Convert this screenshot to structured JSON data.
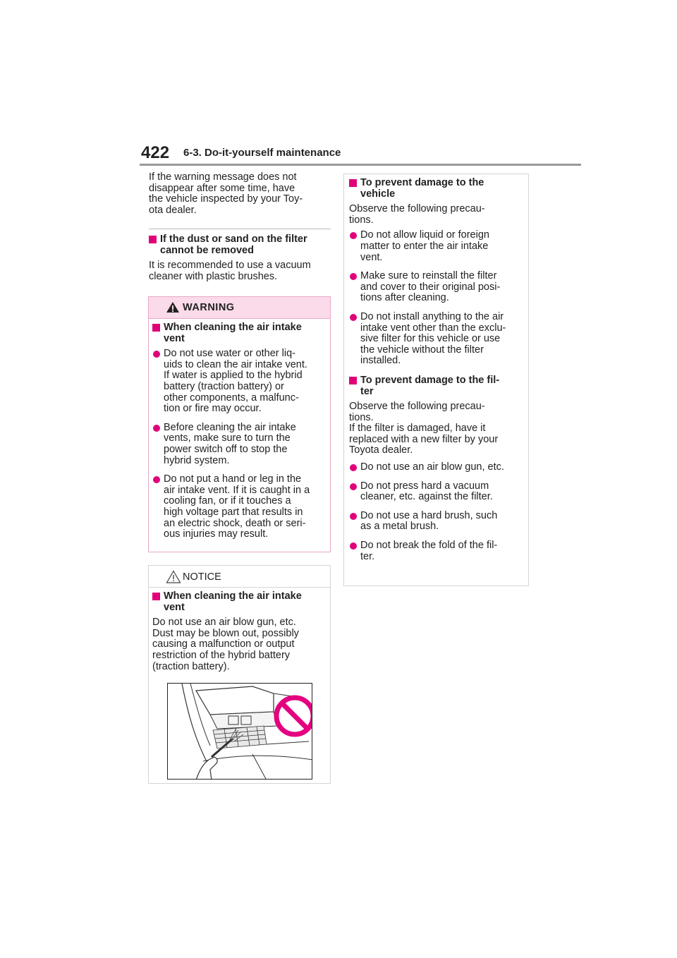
{
  "header": {
    "page_number": "422",
    "section": "6-3. Do-it-yourself maintenance"
  },
  "left": {
    "intro": "If the warning message does not disappear after some time, have the vehicle inspected by your Toy-ota dealer.",
    "intro_lines": [
      "If the warning message does not",
      "disappear after some time, have",
      "the vehicle inspected by your Toy-",
      "ota dealer."
    ],
    "sub_heading_lines": [
      "If the dust or sand on the filter",
      "cannot be removed"
    ],
    "sub_text_lines": [
      "It is recommended to use a vacuum",
      "cleaner with plastic brushes."
    ]
  },
  "warning": {
    "title": "WARNING",
    "heading_lines": [
      "When cleaning the air intake",
      "vent"
    ],
    "bullets": [
      [
        "Do not use water or other liq-",
        "uids to clean the air intake vent.",
        "If water is applied to the hybrid",
        "battery (traction battery) or",
        "other components, a malfunc-",
        "tion or fire may occur."
      ],
      [
        "Before cleaning the air intake",
        "vents, make sure to turn the",
        "power switch off to stop the",
        "hybrid system."
      ],
      [
        "Do not put a hand or leg in the",
        "air intake vent. If it is caught in a",
        "cooling fan, or if it touches a",
        "high voltage part that results in",
        "an electric shock, death or seri-",
        "ous injuries may result."
      ]
    ]
  },
  "notice": {
    "title": "NOTICE",
    "heading_lines": [
      "When cleaning the air intake",
      "vent"
    ],
    "text_lines": [
      "Do not use an air blow gun, etc.",
      "Dust may be blown out, possibly",
      "causing a malfunction or output",
      "restriction of the hybrid battery",
      "(traction battery)."
    ]
  },
  "right": {
    "section1": {
      "heading_lines": [
        "To prevent damage to the",
        "vehicle"
      ],
      "text_lines": [
        "Observe the following precau-",
        "tions."
      ],
      "bullets": [
        [
          "Do not allow liquid or foreign",
          "matter to enter the air intake",
          "vent."
        ],
        [
          "Make sure to reinstall the filter",
          "and cover to their original posi-",
          "tions after cleaning."
        ],
        [
          "Do not install anything to the air",
          "intake vent other than the exclu-",
          "sive filter for this vehicle or use",
          "the vehicle without the filter",
          "installed."
        ]
      ]
    },
    "section2": {
      "heading_lines": [
        "To prevent damage to the fil-",
        "ter"
      ],
      "text_lines": [
        "Observe the following precau-",
        "tions.",
        "If the filter is damaged, have it",
        "replaced with a new filter by your",
        "Toyota dealer."
      ],
      "bullets": [
        [
          "Do not use an air blow gun, etc."
        ],
        [
          "Do not press hard a vacuum",
          "cleaner, etc. against the filter."
        ],
        [
          "Do not use a hard brush, such",
          "as a metal brush."
        ],
        [
          "Do not break the fold of the fil-",
          "ter."
        ]
      ]
    }
  },
  "colors": {
    "accent": "#e0007a",
    "warning_header_bg": "#fbdbe9",
    "prohibit_red": "#e4007f"
  },
  "icons": [
    "warning-triangle-icon",
    "notice-triangle-icon",
    "prohibited-icon"
  ]
}
